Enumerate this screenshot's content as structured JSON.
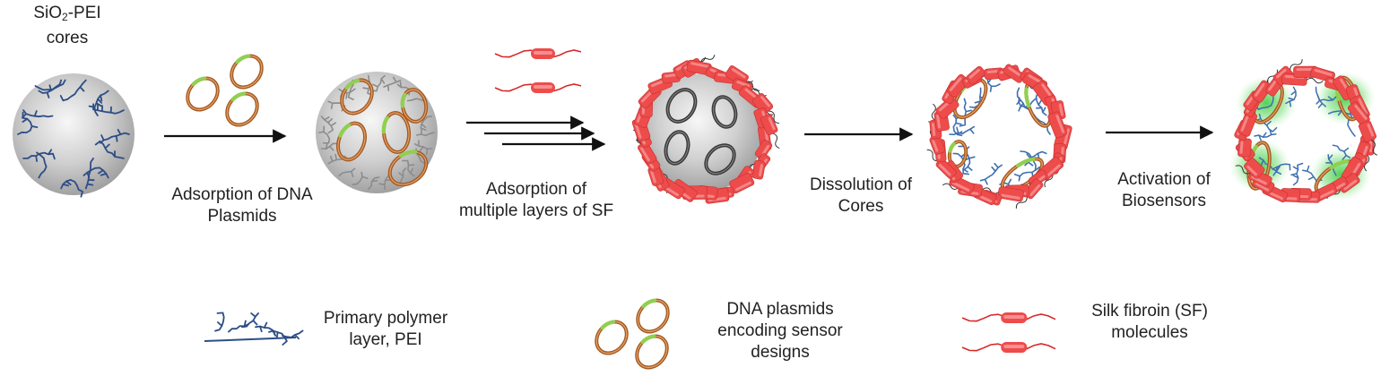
{
  "title": {
    "line1_prefix": "SiO",
    "line1_sub": "2",
    "line1_suffix": "-PEI",
    "line2": "cores"
  },
  "steps": [
    {
      "line1": "Adsorption of DNA",
      "line2": "Plasmids"
    },
    {
      "line1": "Adsorption of",
      "line2": "multiple layers of SF"
    },
    {
      "line1": "Dissolution of",
      "line2": "Cores"
    },
    {
      "line1": "Activation of",
      "line2": "Biosensors"
    }
  ],
  "legend": [
    {
      "line1": "Primary polymer",
      "line2": "layer, PEI",
      "icon": "pei-polymer-icon"
    },
    {
      "line1": "DNA plasmids",
      "line2": "encoding sensor",
      "line3": "designs",
      "icon": "dna-plasmid-icon"
    },
    {
      "line1": "Silk fibroin (SF)",
      "line2": "molecules",
      "icon": "silk-fibroin-icon"
    }
  ],
  "colors": {
    "pei": "#2d4d86",
    "plasmid_ring": "#a45a22",
    "plasmid_sensor": "#8fd14f",
    "silk": "#ee4b4b",
    "silk_band": "#f7a0a0",
    "core_light": "#f4f4f4",
    "core_dark": "#a9a9a9",
    "arrow": "#111111",
    "glow": "#3fcf3f"
  }
}
